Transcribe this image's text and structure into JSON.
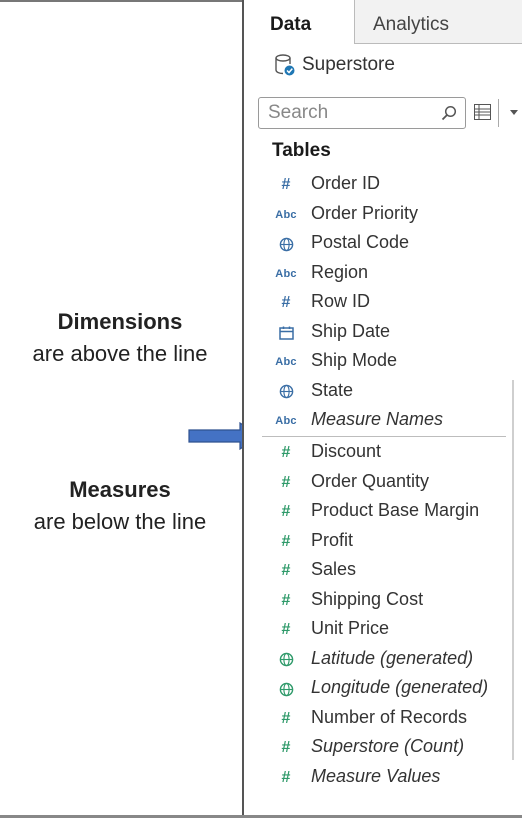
{
  "annotations": {
    "dimensions": {
      "title": "Dimensions",
      "subtitle": "are above the line"
    },
    "measures": {
      "title": "Measures",
      "subtitle": "are below the line"
    }
  },
  "tabs": [
    {
      "label": "Data",
      "active": true
    },
    {
      "label": "Analytics",
      "active": false
    }
  ],
  "datasource": {
    "label": "Superstore",
    "icon": "database-connected-icon"
  },
  "search": {
    "placeholder": "Search"
  },
  "section_title": "Tables",
  "dimensions": [
    {
      "label": "Order ID",
      "icon": "hash",
      "italic": false
    },
    {
      "label": "Order Priority",
      "icon": "abc",
      "italic": false
    },
    {
      "label": "Postal Code",
      "icon": "globe",
      "italic": false
    },
    {
      "label": "Region",
      "icon": "abc",
      "italic": false
    },
    {
      "label": "Row ID",
      "icon": "hash",
      "italic": false
    },
    {
      "label": "Ship Date",
      "icon": "calendar",
      "italic": false
    },
    {
      "label": "Ship Mode",
      "icon": "abc",
      "italic": false
    },
    {
      "label": "State",
      "icon": "globe",
      "italic": false
    },
    {
      "label": "Measure Names",
      "icon": "abc",
      "italic": true
    }
  ],
  "measures": [
    {
      "label": "Discount",
      "icon": "hash",
      "italic": false
    },
    {
      "label": "Order Quantity",
      "icon": "hash",
      "italic": false
    },
    {
      "label": "Product Base Margin",
      "icon": "hash",
      "italic": false
    },
    {
      "label": "Profit",
      "icon": "hash",
      "italic": false
    },
    {
      "label": "Sales",
      "icon": "hash",
      "italic": false
    },
    {
      "label": "Shipping Cost",
      "icon": "hash",
      "italic": false
    },
    {
      "label": "Unit Price",
      "icon": "hash",
      "italic": false
    },
    {
      "label": "Latitude (generated)",
      "icon": "globe",
      "italic": true
    },
    {
      "label": "Longitude (generated)",
      "icon": "globe",
      "italic": true
    },
    {
      "label": "Number of Records",
      "icon": "hash",
      "italic": false
    },
    {
      "label": "Superstore (Count)",
      "icon": "hash",
      "italic": true
    },
    {
      "label": "Measure Values",
      "icon": "hash",
      "italic": true
    }
  ],
  "colors": {
    "dimension_icon": "#3a6ea5",
    "measure_icon": "#2f9a6a",
    "arrow": "#4472c4"
  }
}
